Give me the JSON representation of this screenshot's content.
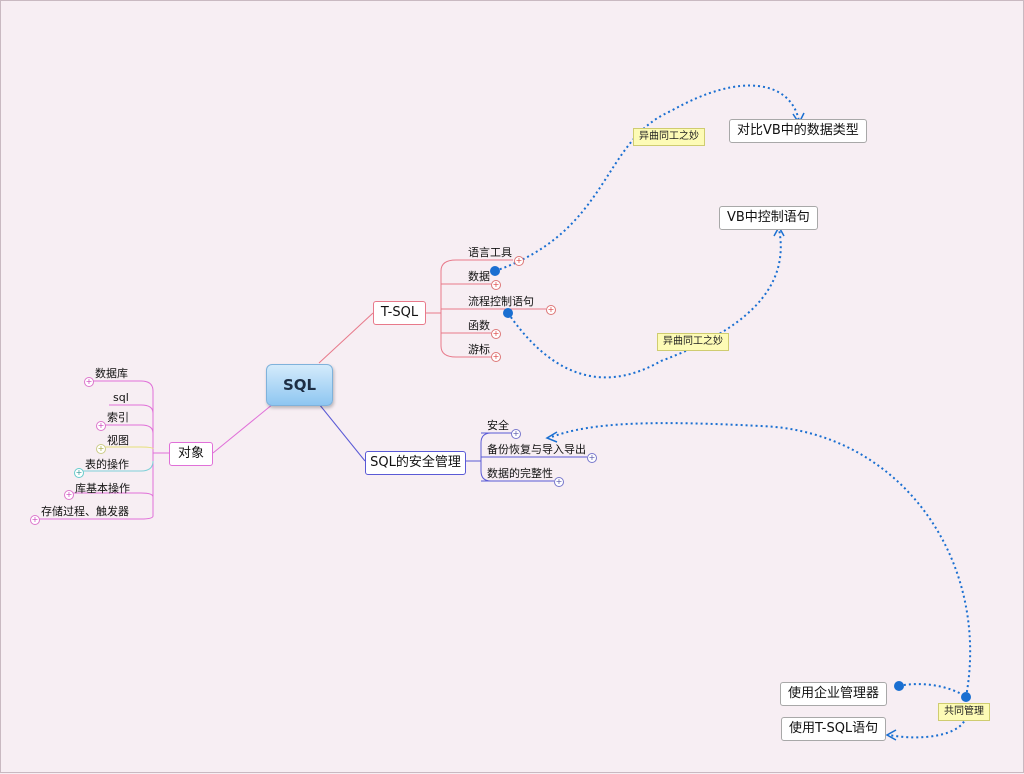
{
  "root": "SQL",
  "tsql": {
    "label": "T-SQL",
    "children": [
      "语言工具",
      "数据",
      "流程控制语句",
      "函数",
      "游标"
    ]
  },
  "security": {
    "label": "SQL的安全管理",
    "children": [
      "安全",
      "备份恢复与导入导出",
      "数据的完整性"
    ]
  },
  "objects": {
    "label": "对象",
    "children": [
      "数据库",
      "sql",
      "索引",
      "视图",
      "表的操作",
      "库基本操作",
      "存储过程、触发器"
    ]
  },
  "relations": [
    {
      "label": "异曲同工之妙",
      "target": "对比VB中的数据类型"
    },
    {
      "label": "异曲同工之妙",
      "target": "VB中控制语句"
    },
    {
      "label": "共同管理",
      "targets": [
        "使用企业管理器",
        "使用T-SQL语句"
      ]
    }
  ],
  "colors": {
    "tsql": "#e8798a",
    "security": "#5a5ad6",
    "objects": "#e070d8",
    "relation": "#1a6fd1"
  }
}
